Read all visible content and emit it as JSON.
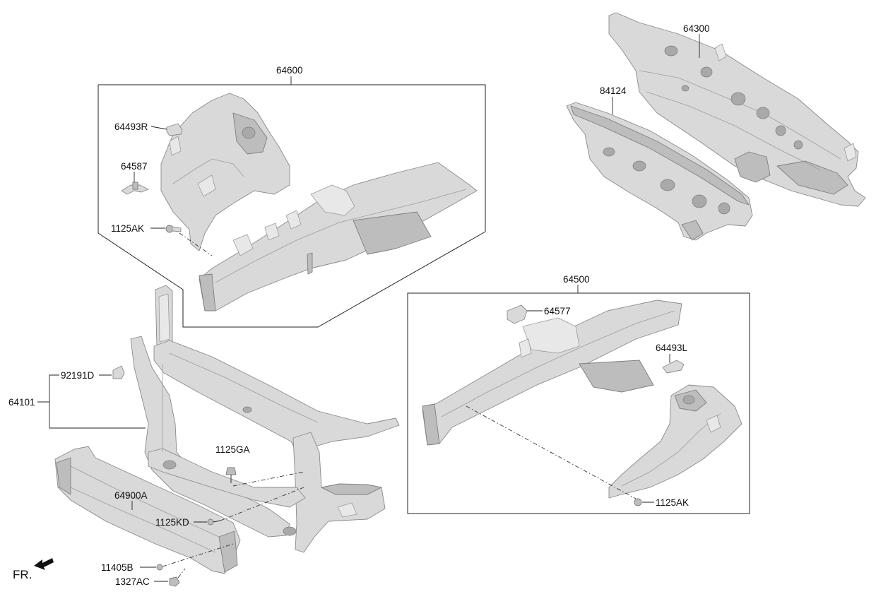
{
  "labels": {
    "p64300": "64300",
    "p84124": "84124",
    "p64600": "64600",
    "p64493R": "64493R",
    "p64587": "64587",
    "p1125AK_top": "1125AK",
    "p64500": "64500",
    "p64577": "64577",
    "p64493L": "64493L",
    "p1125AK_right": "1125AK",
    "p92191D": "92191D",
    "p64101": "64101",
    "p1125GA": "1125GA",
    "p64900A": "64900A",
    "p1125KD": "1125KD",
    "p11405B": "11405B",
    "p1327AC": "1327AC",
    "front": "FR."
  },
  "icons": {
    "front_arrow": "arrow-front-left-icon"
  },
  "colors": {
    "part_fill": "#d9d9d9",
    "part_shadow": "#bdbdbd",
    "line": "#222222",
    "background": "#ffffff"
  }
}
